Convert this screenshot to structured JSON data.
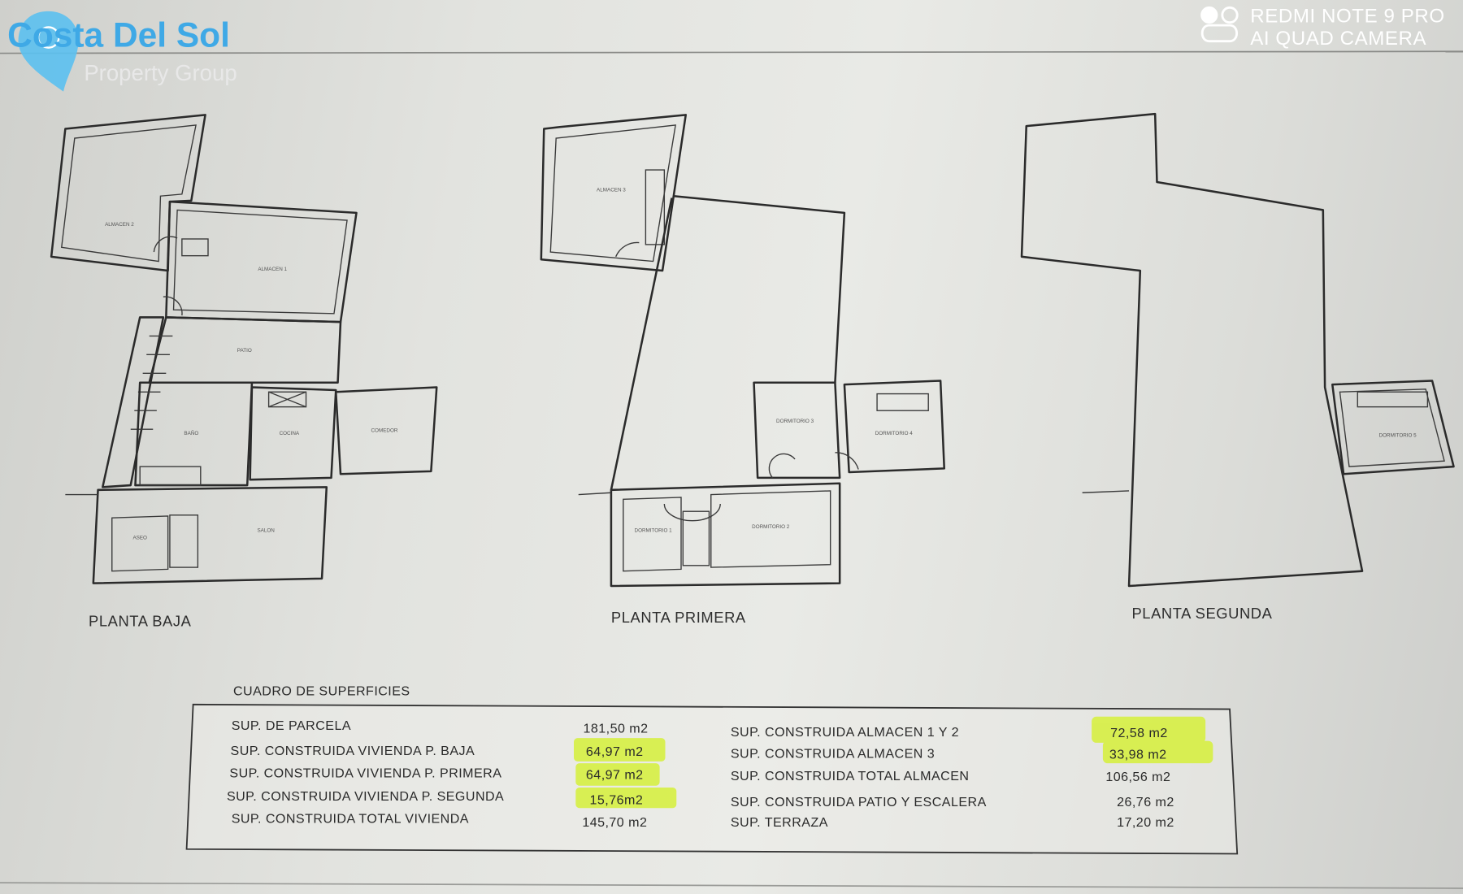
{
  "logo": {
    "name": "Costa Del Sol",
    "tagline": "Property Group",
    "color": "#3fa9e6"
  },
  "plans": [
    {
      "title": "PLANTA BAJA",
      "rooms": [
        "ALMACEN 2",
        "ALMACEN 1",
        "PATIO",
        "BAÑO",
        "COCINA",
        "COMEDOR",
        "ASEO",
        "SALON"
      ]
    },
    {
      "title": "PLANTA PRIMERA",
      "rooms": [
        "ALMACEN 3",
        "DORMITORIO 3",
        "DORMITORIO 4",
        "DORMITORIO 1",
        "DORMITORIO 2"
      ]
    },
    {
      "title": "PLANTA SEGUNDA",
      "rooms": [
        "DORMITORIO 5"
      ]
    }
  ],
  "table": {
    "title": "CUADRO DE SUPERFICIES",
    "left": [
      {
        "label": "SUP. DE PARCELA",
        "value": "181,50 m2",
        "highlighted": false
      },
      {
        "label": "SUP. CONSTRUIDA VIVIENDA P. BAJA",
        "value": "64,97 m2",
        "highlighted": true
      },
      {
        "label": "SUP. CONSTRUIDA VIVIENDA P. PRIMERA",
        "value": "64,97 m2",
        "highlighted": true
      },
      {
        "label": "SUP. CONSTRUIDA VIVIENDA P. SEGUNDA",
        "value": "15,76m2",
        "highlighted": true
      },
      {
        "label": "SUP. CONSTRUIDA TOTAL VIVIENDA",
        "value": "145,70 m2",
        "highlighted": false
      }
    ],
    "right": [
      {
        "label": "SUP. CONSTRUIDA  ALMACEN 1 Y 2",
        "value": "72,58 m2",
        "highlighted": true
      },
      {
        "label": "SUP. CONSTRUIDA  ALMACEN 3",
        "value": "33,98 m2",
        "highlighted": true
      },
      {
        "label": "SUP. CONSTRUIDA TOTAL  ALMACEN",
        "value": "106,56 m2",
        "highlighted": false
      },
      {
        "label": "SUP. CONSTRUIDA PATIO Y ESCALERA",
        "value": "26,76 m2",
        "highlighted": false
      },
      {
        "label": "SUP. TERRAZA",
        "value": "17,20 m2",
        "highlighted": false
      }
    ],
    "highlight_color": "#d6f03a"
  },
  "camera_watermark": {
    "line1": "REDMI NOTE 9 PRO",
    "line2": "AI QUAD CAMERA"
  }
}
